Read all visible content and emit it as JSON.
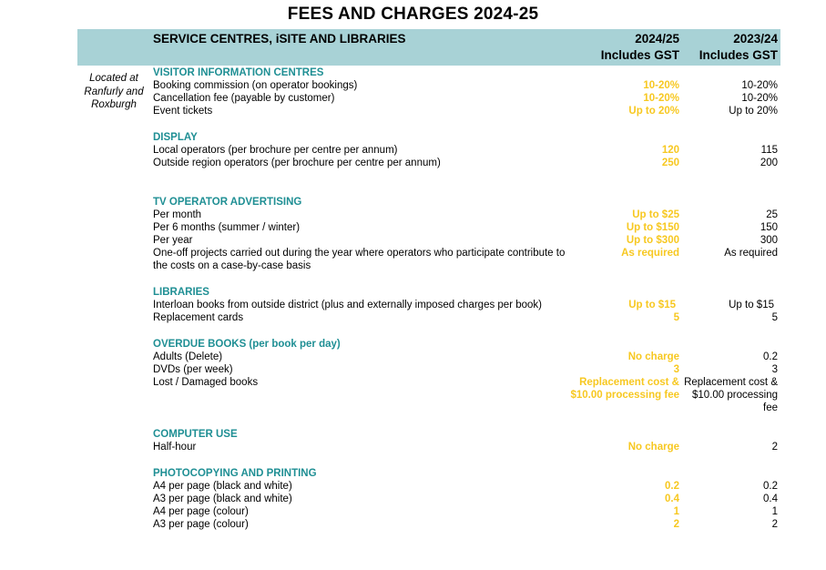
{
  "title": "FEES AND CHARGES 2024-25",
  "header": {
    "section": "SERVICE CENTRES, iSITE AND LIBRARIES",
    "col1_line1": "2024/25",
    "col1_line2": "Includes GST",
    "col2_line1": "2023/24",
    "col2_line2": "Includes GST"
  },
  "location": {
    "line1": "Located at",
    "line2": "Ranfurly and",
    "line3": "Roxburgh"
  },
  "sections": {
    "visitor": {
      "title": "VISITOR INFORMATION CENTRES",
      "rows": [
        {
          "label": "Booking commission (on operator bookings)",
          "v2024": "10-20%",
          "v2023": "10-20%"
        },
        {
          "label": "Cancellation fee (payable by customer)",
          "v2024": "10-20%",
          "v2023": "10-20%"
        },
        {
          "label": "Event tickets",
          "v2024": "Up to 20%",
          "v2023": "Up to 20%"
        }
      ]
    },
    "display": {
      "title": "DISPLAY",
      "rows": [
        {
          "label": "Local operators (per brochure per centre per annum)",
          "v2024": "120",
          "v2023": "115"
        },
        {
          "label": "Outside region operators (per brochure per centre per annum)",
          "v2024": "250",
          "v2023": "200"
        }
      ]
    },
    "tv": {
      "title": "TV OPERATOR ADVERTISING",
      "rows": [
        {
          "label": "Per month",
          "v2024": "Up to $25",
          "v2023": "25"
        },
        {
          "label": "Per 6 months (summer / winter)",
          "v2024": "Up to $150",
          "v2023": "150"
        },
        {
          "label": "Per year",
          "v2024": "Up to $300",
          "v2023": "300"
        },
        {
          "label_line1": "One-off projects carried out during the year where operators who participate contribute to",
          "label_line2": "the costs on a case-by-case basis",
          "v2024": "As required",
          "v2023": "As required"
        }
      ]
    },
    "libraries": {
      "title": "LIBRARIES",
      "rows": [
        {
          "label": "Interloan books from outside district (plus and externally imposed charges per book)",
          "v2024": "Up to $15",
          "v2023": "Up to $15"
        },
        {
          "label": "Replacement cards",
          "v2024": "5",
          "v2023": "5"
        }
      ]
    },
    "overdue": {
      "title": "OVERDUE BOOKS (per book per day)",
      "rows": [
        {
          "label": "Adults (Delete)",
          "v2024": "No charge",
          "v2023": "0.2"
        },
        {
          "label": "DVDs (per week)",
          "v2024": "3",
          "v2023": "3"
        },
        {
          "label": "Lost / Damaged books",
          "v2024_line1": "Replacement cost &",
          "v2024_line2": "$10.00 processing fee",
          "v2023_line1": "Replacement cost &",
          "v2023_line2": "$10.00 processing",
          "v2023_line3": "fee"
        }
      ]
    },
    "computer": {
      "title": "COMPUTER USE",
      "rows": [
        {
          "label": "Half-hour",
          "v2024": "No charge",
          "v2023": "2"
        }
      ]
    },
    "photocopy": {
      "title": "PHOTOCOPYING AND PRINTING",
      "rows": [
        {
          "label": "A4 per page (black and white)",
          "v2024": "0.2",
          "v2023": "0.2"
        },
        {
          "label": "A3 per page (black and white)",
          "v2024": "0.4",
          "v2023": "0.4"
        },
        {
          "label": "A4 per page (colour)",
          "v2024": "1",
          "v2023": "1"
        },
        {
          "label": "A3 per page (colour)",
          "v2024": "2",
          "v2023": "2"
        }
      ]
    }
  },
  "colors": {
    "header_band": "#a8d2d6",
    "section_title": "#1f8f94",
    "current_year_value": "#f7c821"
  }
}
